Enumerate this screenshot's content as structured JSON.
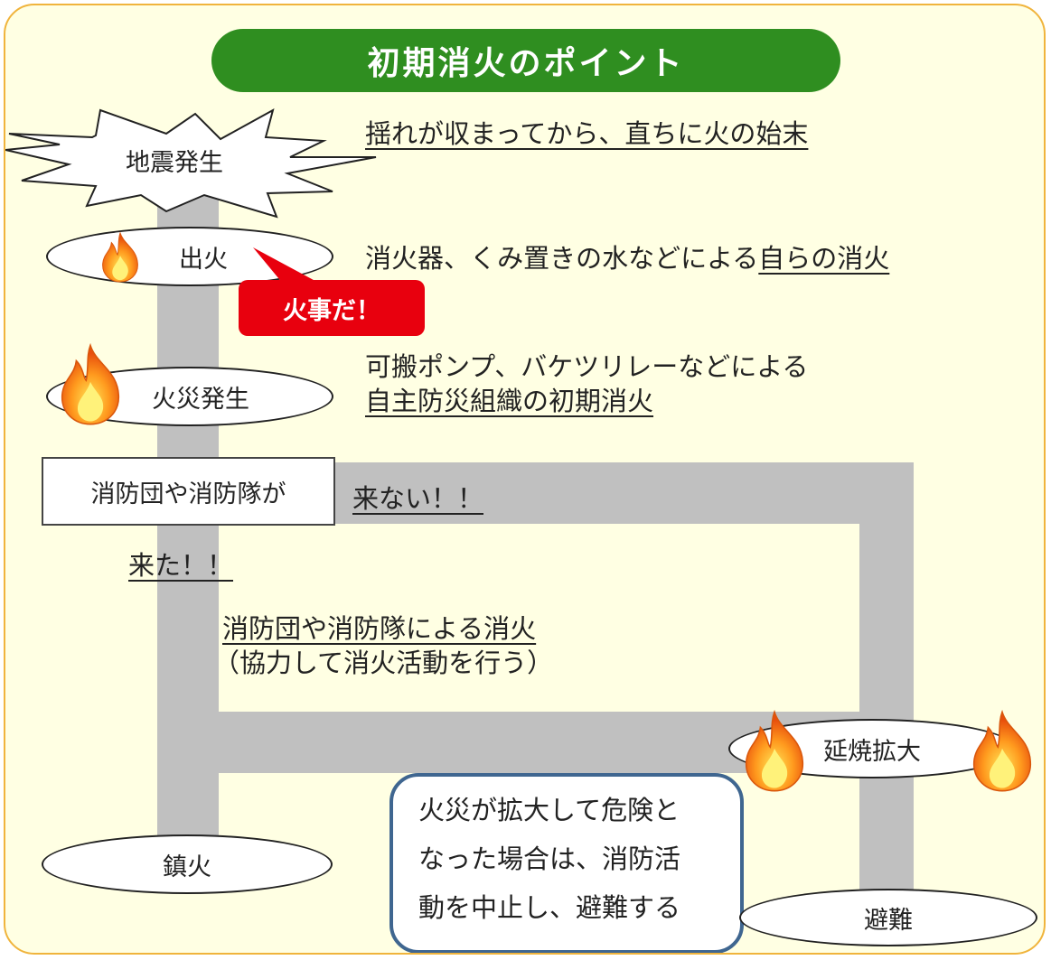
{
  "title": "初期消火のポイント",
  "steps": {
    "earthquake": "地震発生",
    "fire_outbreak": "出火",
    "fire_disaster": "火災発生",
    "brigade": "消防団や消防隊が",
    "spread": "延焼拡大",
    "extinguished": "鎮火",
    "evacuate": "避難"
  },
  "callout": "火事だ！",
  "texts": {
    "step1": "揺れが収まってから、直ちに火の始末",
    "step2_prefix": "消火器、くみ置きの水などによる",
    "step2_emph": "自らの消火",
    "step3_line1": "可搬ポンプ、バケツリレーなどによる",
    "step3_line2": "自主防災組織の初期消火",
    "not_come": "来ない！！",
    "came": "来た！！",
    "brigade_action": "消防団や消防隊による消火",
    "brigade_note": "（協力して消火活動を行う）"
  },
  "note_lines": [
    "火災が拡大して危険と",
    "なった場合は、消防活",
    "動を中止し、避難する"
  ],
  "colors": {
    "panel_bg": "#ffffe3",
    "panel_border": "#f0b43c",
    "title_bg": "#2f8e20",
    "callout_bg": "#e8000e",
    "flow_bar": "#c0c0c0",
    "note_border": "#3f6690"
  },
  "icons": [
    "flame-icon"
  ]
}
